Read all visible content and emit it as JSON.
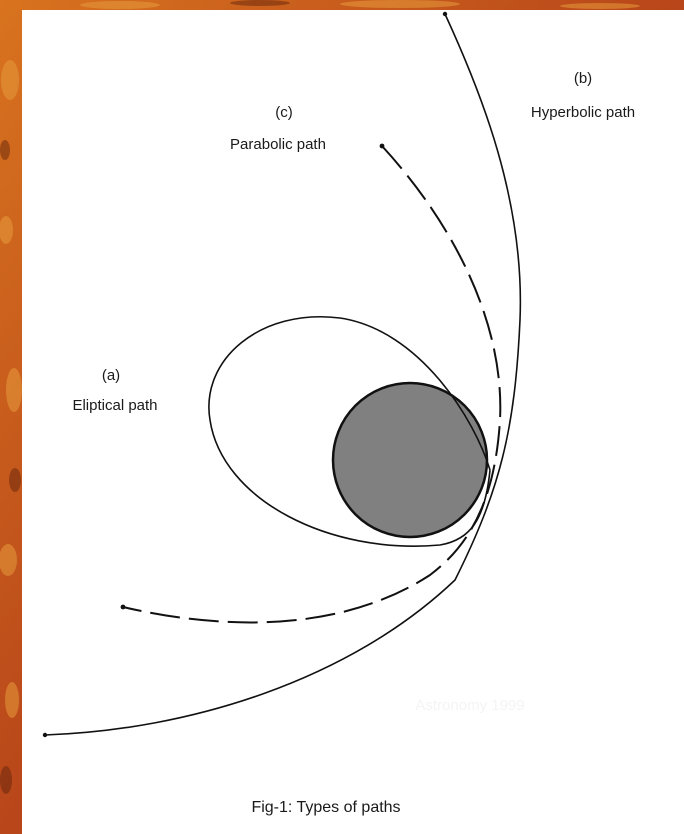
{
  "colors": {
    "background_texture": "#c8561a",
    "panel": "#ffffff",
    "line": "#111111",
    "planet_fill": "#808080"
  },
  "labels": {
    "hyperbolic": {
      "letter": "(b)",
      "name": "Hyperbolic path"
    },
    "parabolic": {
      "letter": "(c)",
      "name": "Parabolic path"
    },
    "elliptical": {
      "letter": "(a)",
      "name": "Eliptical path"
    }
  },
  "caption": "Fig-1: Types of paths",
  "watermark": "Astronomy 1999"
}
